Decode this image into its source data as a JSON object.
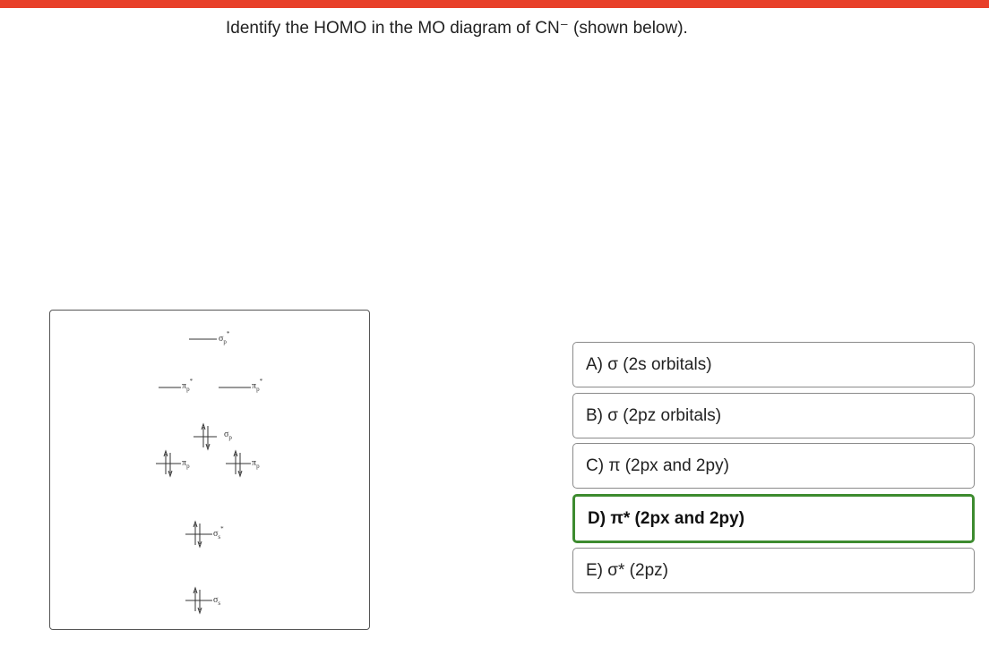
{
  "question": {
    "text": "Identify the HOMO in the MO diagram of CN⁻ (shown below)."
  },
  "diagram": {
    "levels": [
      {
        "id": "sigma-p-star",
        "label": "σ",
        "sub": "p",
        "sup": "*",
        "electrons": 0
      },
      {
        "id": "pi-p-star-1",
        "label": "π",
        "sub": "p",
        "sup": "*",
        "electrons": 0
      },
      {
        "id": "pi-p-star-2",
        "label": "π",
        "sub": "p",
        "sup": "*",
        "electrons": 0
      },
      {
        "id": "sigma-p",
        "label": "σ",
        "sub": "p",
        "sup": "",
        "electrons": 2
      },
      {
        "id": "pi-p-1",
        "label": "π",
        "sub": "p",
        "sup": "",
        "electrons": 2
      },
      {
        "id": "pi-p-2",
        "label": "π",
        "sub": "p",
        "sup": "",
        "electrons": 2
      },
      {
        "id": "sigma-s-star",
        "label": "σ",
        "sub": "s",
        "sup": "*",
        "electrons": 2
      },
      {
        "id": "sigma-s",
        "label": "σ",
        "sub": "s",
        "sup": "",
        "electrons": 2
      }
    ]
  },
  "options": [
    {
      "id": "A",
      "label": "A) σ (2s orbitals)",
      "selected": false
    },
    {
      "id": "B",
      "label": "B) σ (2pz orbitals)",
      "selected": false
    },
    {
      "id": "C",
      "label": "C) π (2px and 2py)",
      "selected": false
    },
    {
      "id": "D",
      "label": "D) π* (2px and 2py)",
      "selected": true
    },
    {
      "id": "E",
      "label": "E) σ* (2pz)",
      "selected": false
    }
  ],
  "colors": {
    "top_bar": "#e8402a",
    "selected_border": "#3d8b2f"
  }
}
